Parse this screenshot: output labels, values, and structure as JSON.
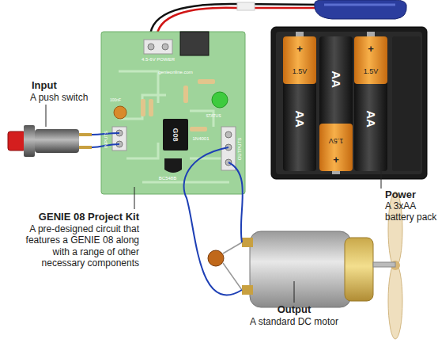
{
  "diagram": {
    "labels": [
      "Input",
      "A push switch",
      "GENIE 08 Project Kit",
      "A pre-designed circuit that features a GENIE 08 along with a range of other necessary components",
      "Power",
      "A 3xAA battery pack",
      "Output",
      "A standard DC motor",
      "+",
      "1.5V",
      "AA",
      "AA",
      "1.5V",
      "+",
      "+",
      "1.5V",
      "AA",
      "4.5-6V POWER",
      "100nF",
      "genieonline.com",
      "G08",
      "BC548B",
      "1N4001",
      "INPUTS",
      "OUTPUTS",
      "STATUS"
    ]
  }
}
